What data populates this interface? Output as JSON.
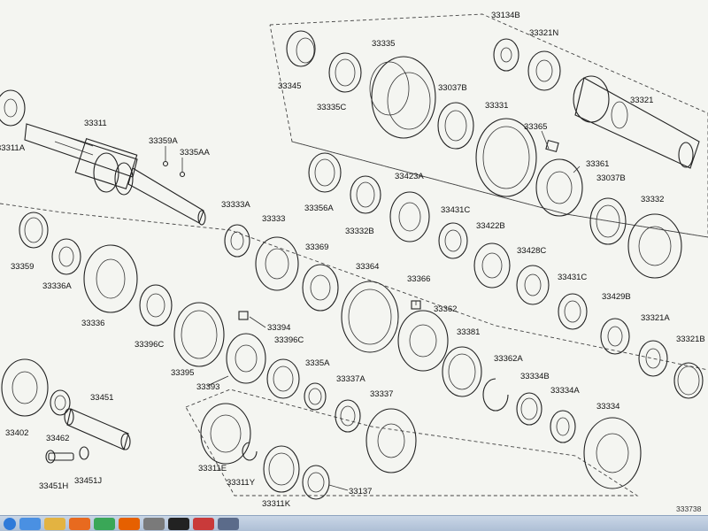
{
  "figure_code": "333738",
  "colors": {
    "line": "#222222",
    "background": "#f4f5f1",
    "taskbar": "#b8c7db"
  },
  "parts": [
    {
      "key": "p33311A",
      "label": "33311A"
    },
    {
      "key": "p33311",
      "label": "33311"
    },
    {
      "key": "p33359A",
      "label": "33359A"
    },
    {
      "key": "p3335AA",
      "label": "3335AA"
    },
    {
      "key": "p33345",
      "label": "33345"
    },
    {
      "key": "p33335C",
      "label": "33335C"
    },
    {
      "key": "p33335",
      "label": "33335"
    },
    {
      "key": "p33037B_a",
      "label": "33037B"
    },
    {
      "key": "p33134B",
      "label": "33134B"
    },
    {
      "key": "p33321N",
      "label": "33321N"
    },
    {
      "key": "p33321",
      "label": "33321"
    },
    {
      "key": "p33331",
      "label": "33331"
    },
    {
      "key": "p33365",
      "label": "33365"
    },
    {
      "key": "p33361",
      "label": "33361"
    },
    {
      "key": "p33037B_b",
      "label": "33037B"
    },
    {
      "key": "p33332",
      "label": "33332"
    },
    {
      "key": "p33356A",
      "label": "33356A"
    },
    {
      "key": "p33332B",
      "label": "33332B"
    },
    {
      "key": "p33423A",
      "label": "33423A"
    },
    {
      "key": "p33431C_a",
      "label": "33431C"
    },
    {
      "key": "p33422B",
      "label": "33422B"
    },
    {
      "key": "p33428C",
      "label": "33428C"
    },
    {
      "key": "p33431C_b",
      "label": "33431C"
    },
    {
      "key": "p33429B",
      "label": "33429B"
    },
    {
      "key": "p33321A",
      "label": "33321A"
    },
    {
      "key": "p33321B",
      "label": "33321B"
    },
    {
      "key": "p33359",
      "label": "33359"
    },
    {
      "key": "p33336A",
      "label": "33336A"
    },
    {
      "key": "p33336",
      "label": "33336"
    },
    {
      "key": "p33333A",
      "label": "33333A"
    },
    {
      "key": "p33333",
      "label": "33333"
    },
    {
      "key": "p33369",
      "label": "33369"
    },
    {
      "key": "p33364",
      "label": "33364"
    },
    {
      "key": "p33366",
      "label": "33366"
    },
    {
      "key": "p33362",
      "label": "33362"
    },
    {
      "key": "p33381",
      "label": "33381"
    },
    {
      "key": "p33396C_a",
      "label": "33396C"
    },
    {
      "key": "p33395",
      "label": "33395"
    },
    {
      "key": "p33394",
      "label": "33394"
    },
    {
      "key": "p33396C_b",
      "label": "33396C"
    },
    {
      "key": "p33393",
      "label": "33393"
    },
    {
      "key": "p3335A",
      "label": "3335A"
    },
    {
      "key": "p33337A",
      "label": "33337A"
    },
    {
      "key": "p33337",
      "label": "33337"
    },
    {
      "key": "p33362A",
      "label": "33362A"
    },
    {
      "key": "p33334B",
      "label": "33334B"
    },
    {
      "key": "p33334A",
      "label": "33334A"
    },
    {
      "key": "p33334",
      "label": "33334"
    },
    {
      "key": "p33402",
      "label": "33402"
    },
    {
      "key": "p33462",
      "label": "33462"
    },
    {
      "key": "p33451",
      "label": "33451"
    },
    {
      "key": "p33451H",
      "label": "33451H"
    },
    {
      "key": "p33451J",
      "label": "33451J"
    },
    {
      "key": "p33311E",
      "label": "33311E"
    },
    {
      "key": "p33311Y",
      "label": "33311Y"
    },
    {
      "key": "p33311K",
      "label": "33311K"
    },
    {
      "key": "p33137",
      "label": "33137"
    }
  ],
  "taskbar": {
    "icons": [
      "start-orb-icon",
      "ie-icon",
      "folder-icon",
      "media-icon",
      "chrome-icon",
      "firefox-icon",
      "app-icon",
      "app-icon",
      "app-icon",
      "app-icon"
    ]
  }
}
